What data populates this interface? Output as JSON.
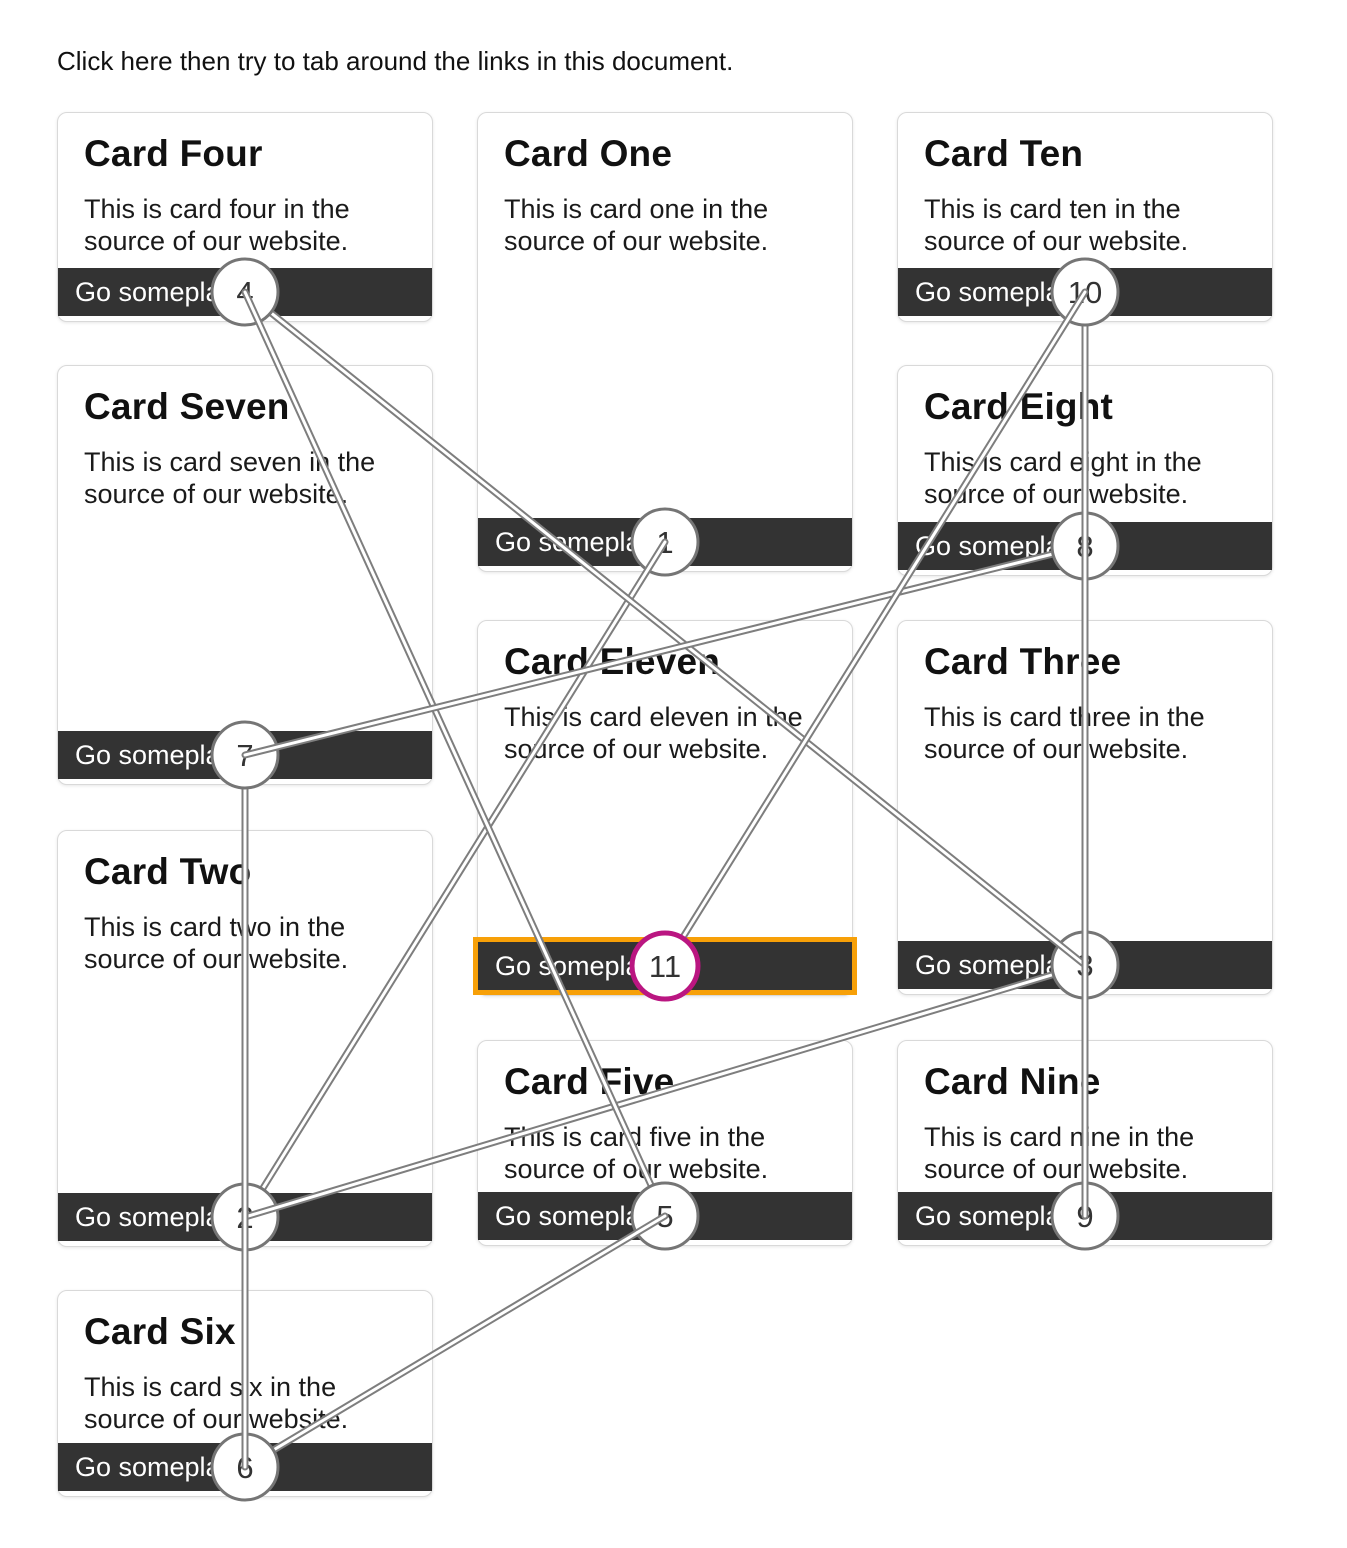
{
  "page": {
    "intro": "Click here then try to tab around the links in this document."
  },
  "cards": [
    {
      "title": "Card Four",
      "body": "This is card four in the source of our website.",
      "link_label": "Go someplace",
      "tab_order": 4,
      "focused": false
    },
    {
      "title": "Card Seven",
      "body": "This is card seven in the source of our website.",
      "link_label": "Go someplace",
      "tab_order": 7,
      "focused": false
    },
    {
      "title": "Card Two",
      "body": "This is card two in the source of our website.",
      "link_label": "Go someplace",
      "tab_order": 2,
      "focused": false
    },
    {
      "title": "Card Six",
      "body": "This is card six in the source of our website.",
      "link_label": "Go someplace",
      "tab_order": 6,
      "focused": false
    },
    {
      "title": "Card One",
      "body": "This is card one in the source of our website.",
      "link_label": "Go someplace",
      "tab_order": 1,
      "focused": false
    },
    {
      "title": "Card Eleven",
      "body": "This is card eleven in the source of our website.",
      "link_label": "Go someplace",
      "tab_order": 11,
      "focused": true
    },
    {
      "title": "Card Five",
      "body": "This is card five in the source of our website.",
      "link_label": "Go someplace",
      "tab_order": 5,
      "focused": false
    },
    {
      "title": "Card Ten",
      "body": "This is card ten in the source of our website.",
      "link_label": "Go someplace",
      "tab_order": 10,
      "focused": false
    },
    {
      "title": "Card Eight",
      "body": "This is card eight in the source of our website.",
      "link_label": "Go someplace",
      "tab_order": 8,
      "focused": false
    },
    {
      "title": "Card Three",
      "body": "This is card three in the source of our website.",
      "link_label": "Go someplace",
      "tab_order": 3,
      "focused": false
    },
    {
      "title": "Card Nine",
      "body": "This is card nine in the source of our website.",
      "link_label": "Go someplace",
      "tab_order": 9,
      "focused": false
    }
  ],
  "tab_sequence": [
    1,
    2,
    3,
    4,
    5,
    6,
    7,
    8,
    9,
    10,
    11
  ],
  "colors": {
    "button_bg": "#333333",
    "button_text": "#ffffff",
    "card_border": "#d9d9d9",
    "connector_gray": "#7e7e7e",
    "circle_border_gray": "#757575",
    "focus_outline_orange": "#f7a008",
    "focused_circle_magenta": "#ba1681"
  }
}
